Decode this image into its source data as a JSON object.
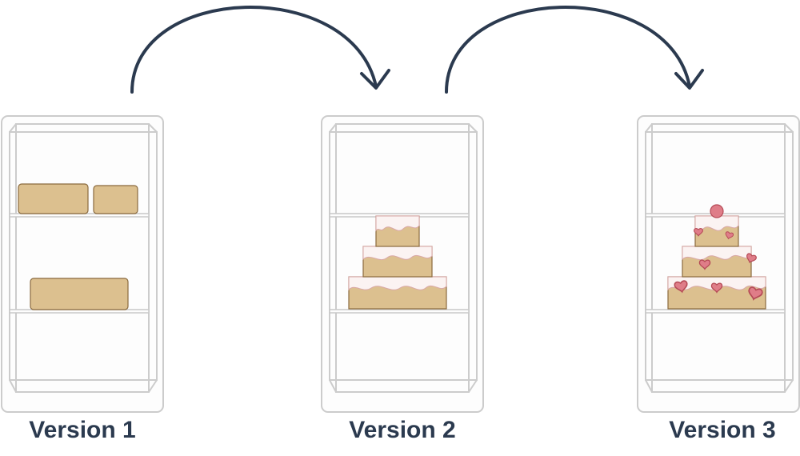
{
  "colors": {
    "ink": "#2b3a4f",
    "cabinet_stroke": "#cccccc",
    "cabinet_fill": "#fdfdfd",
    "shelf": "#c8c8c8",
    "cake": "#dcc08f",
    "cake_stroke": "#8a6a3e",
    "frosting": "#fbf3f2",
    "frosting_stroke": "#d9a7a7",
    "decoration": "#df7d88",
    "decoration_stroke": "#b54a56"
  },
  "versions": [
    {
      "label": "Version 1",
      "content": "separate-cake-layers"
    },
    {
      "label": "Version 2",
      "content": "frosted-tiered-cake"
    },
    {
      "label": "Version 3",
      "content": "decorated-tiered-cake"
    }
  ]
}
